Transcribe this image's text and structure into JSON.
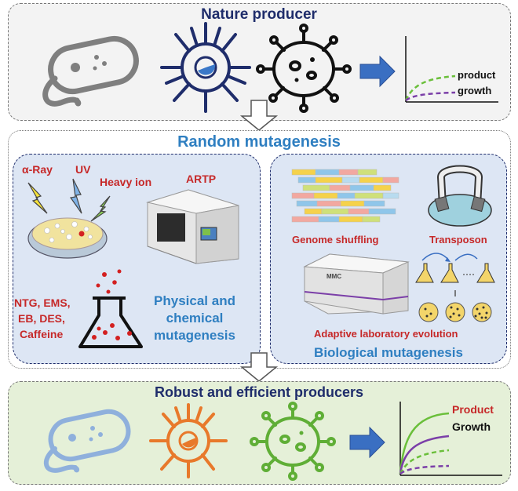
{
  "top": {
    "title": "Nature producer",
    "legend": [
      "product",
      "growth"
    ]
  },
  "middle": {
    "title": "Random mutagenesis",
    "physical": {
      "title_lines": [
        "Physical and",
        "chemical",
        "mutagenesis"
      ],
      "radiation": [
        "α-Ray",
        "UV",
        "Heavy ion"
      ],
      "device": "ARTP",
      "chemicals": [
        "NTG, EMS,",
        "EB, DES,",
        "Caffeine"
      ]
    },
    "biological": {
      "title": "Biological mutagenesis",
      "genome_shuffling": "Genome shuffling",
      "transposon": "Transposon",
      "ale": "Adaptive laboratory evolution",
      "device_label": "MMC"
    }
  },
  "bottom": {
    "title": "Robust and efficient producers",
    "legend": [
      "Product",
      "Growth"
    ]
  },
  "colors": {
    "title_navy": "#1f2d6b",
    "mid_title_blue": "#2f7fc1",
    "red_label": "#c62828",
    "arrow_blue": "#3a6fc2",
    "top_bg": "#f3f3f3",
    "mid_bg": "#dde6f4",
    "bottom_bg": "#e5f0d8",
    "product_green": "#6abf3a",
    "growth_purple": "#7b3fa8"
  }
}
